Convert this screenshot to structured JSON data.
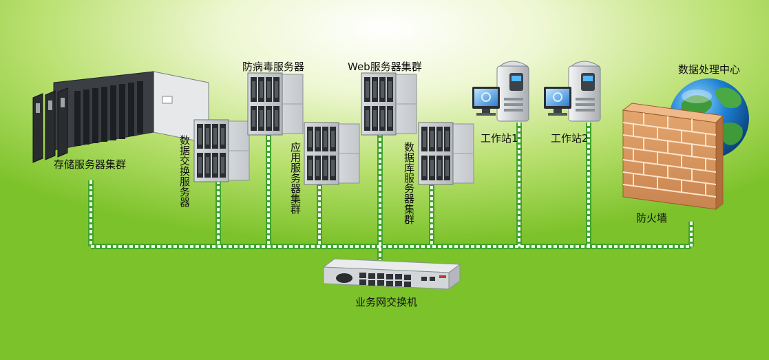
{
  "diagram": {
    "nodes": {
      "storage_cluster": {
        "label": "存储服务器集群",
        "icon": "blade-chassis-icon"
      },
      "data_exchange_server": {
        "label": "数据交换服务器",
        "icon": "rack-server-icon"
      },
      "antivirus_server": {
        "label": "防病毒服务器",
        "icon": "rack-server-icon"
      },
      "app_server_cluster": {
        "label": "应用服务器集群",
        "icon": "rack-server-icon"
      },
      "web_server_cluster": {
        "label": "Web服务器集群",
        "icon": "rack-server-icon"
      },
      "db_server_cluster": {
        "label": "数据库服务器集群",
        "icon": "rack-server-icon"
      },
      "workstation_1": {
        "label": "工作站1",
        "icon": "workstation-icon"
      },
      "workstation_2": {
        "label": "工作站2",
        "icon": "workstation-icon"
      },
      "firewall": {
        "label": "防火墙",
        "icon": "brick-wall-icon"
      },
      "data_center": {
        "label": "数据处理中心",
        "icon": "globe-icon"
      },
      "business_switch": {
        "label": "业务网交换机",
        "icon": "network-switch-icon"
      }
    },
    "colors": {
      "background_light": "#ffffff",
      "background_dark": "#7cc22a",
      "link_green": "#3fa52a",
      "link_fill": "#ffffff"
    }
  }
}
